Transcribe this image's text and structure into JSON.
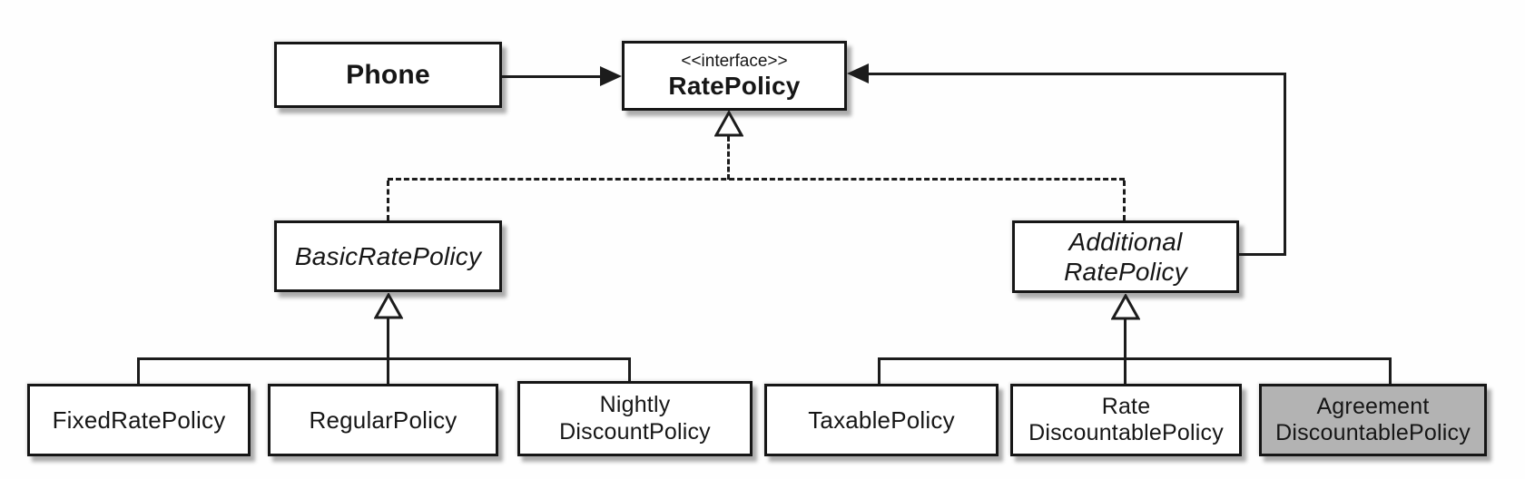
{
  "diagram": {
    "type": "uml-class-diagram",
    "nodes": {
      "phone": {
        "label": "Phone",
        "kind": "class"
      },
      "ratepolicy": {
        "stereotype": "<<interface>>",
        "label": "RatePolicy",
        "kind": "interface"
      },
      "basic": {
        "label": "BasicRatePolicy",
        "kind": "abstract-class"
      },
      "additional": {
        "label": "Additional\nRatePolicy",
        "kind": "abstract-class"
      },
      "fixed": {
        "label": "FixedRatePolicy",
        "kind": "class"
      },
      "regular": {
        "label": "RegularPolicy",
        "kind": "class"
      },
      "nightly": {
        "label": "Nightly\nDiscountPolicy",
        "kind": "class"
      },
      "taxable": {
        "label": "TaxablePolicy",
        "kind": "class"
      },
      "ratedisc": {
        "label": "Rate\nDiscountablePolicy",
        "kind": "class"
      },
      "agreement": {
        "label": "Agreement\nDiscountablePolicy",
        "kind": "class-highlighted"
      }
    },
    "edges": [
      {
        "from": "Phone",
        "to": "RatePolicy",
        "type": "association-arrow"
      },
      {
        "from": "AdditionalRatePolicy",
        "to": "RatePolicy",
        "type": "association-arrow"
      },
      {
        "from": "BasicRatePolicy",
        "to": "RatePolicy",
        "type": "realization-dashed-hollow-triangle"
      },
      {
        "from": "AdditionalRatePolicy",
        "to": "RatePolicy",
        "type": "realization-dashed-hollow-triangle"
      },
      {
        "from": "FixedRatePolicy",
        "to": "BasicRatePolicy",
        "type": "generalization"
      },
      {
        "from": "RegularPolicy",
        "to": "BasicRatePolicy",
        "type": "generalization"
      },
      {
        "from": "NightlyDiscountPolicy",
        "to": "BasicRatePolicy",
        "type": "generalization"
      },
      {
        "from": "TaxablePolicy",
        "to": "AdditionalRatePolicy",
        "type": "generalization"
      },
      {
        "from": "RateDiscountablePolicy",
        "to": "AdditionalRatePolicy",
        "type": "generalization"
      },
      {
        "from": "AgreementDiscountablePolicy",
        "to": "AdditionalRatePolicy",
        "type": "generalization"
      }
    ],
    "colors": {
      "box_fill": "#ffffff",
      "highlight_fill": "#b3b3b3",
      "line": "#1c1c1c",
      "background": "#fefefe"
    }
  }
}
